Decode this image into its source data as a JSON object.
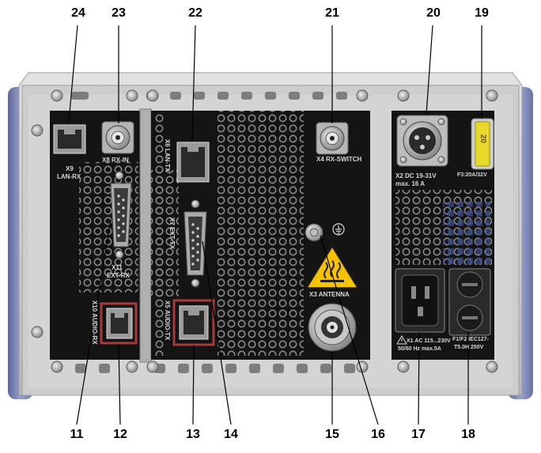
{
  "callouts": {
    "top": [
      "24",
      "23",
      "22",
      "21",
      "20",
      "19"
    ],
    "bottom": [
      "11",
      "12",
      "13",
      "14",
      "15",
      "16",
      "17",
      "18"
    ]
  },
  "panel_labels": {
    "x9": "X9",
    "lan_rx": "LAN-RX",
    "x8": "X8 RX-IN",
    "x6": "X6 LAN-TX",
    "x4": "X4 RX-SWITCH",
    "x2": "X2  DC 19-31V",
    "x2_max": "max. 16 A",
    "f3": "F3:20A/32V",
    "x11": "X11",
    "ext_rx": "EXT-RX",
    "x7": "X7 EXT-TX",
    "x3": "X3 ANTENNA",
    "x10": "X10 AUDIO-RX",
    "x5": "X5 AUDIO-TX",
    "x1": "X1  AC 115...230V",
    "x1_freq": "50/60 Hz max.5A",
    "f1f2": "F1/F2 IEC127-",
    "f1f2_rating": "T5.0H 250V",
    "fuse_value": "20"
  },
  "icons": [
    "ground-icon",
    "hot-surface-warning-icon",
    "warning-triangle-icon"
  ],
  "colors": {
    "chassis": "#c9c9c9",
    "panel": "#151515",
    "side_bumper": "#7e86b6",
    "warning": "#f6c300",
    "fuse": "#e8d82a",
    "audio_port_border": "#a63a3a"
  }
}
